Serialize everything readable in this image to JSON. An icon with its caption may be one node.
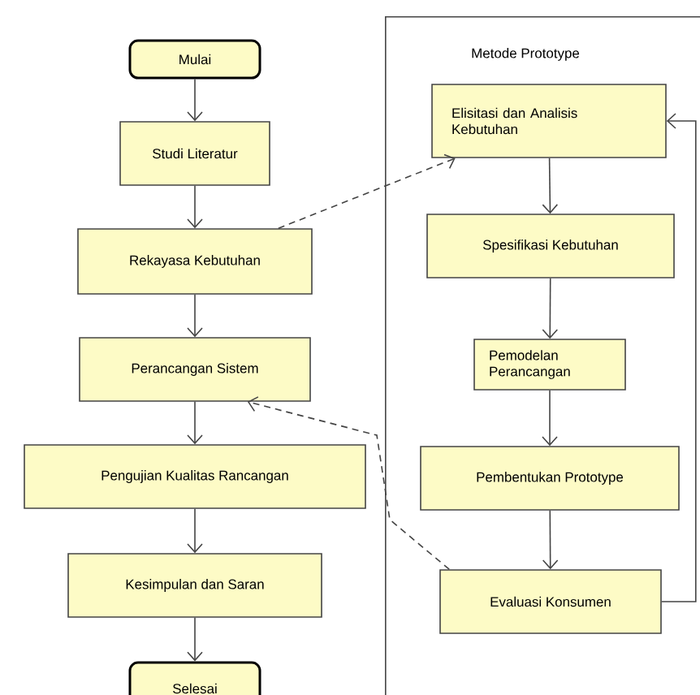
{
  "diagram": {
    "nodes": [
      {
        "text": [
          "Mulai"
        ]
      },
      {
        "text": [
          "Studi Literatur"
        ]
      },
      {
        "text": [
          "Rekayasa Kebutuhan"
        ]
      },
      {
        "text": [
          "Perancangan Sistem"
        ]
      },
      {
        "text": [
          "Pengujian Kualitas Rancangan"
        ]
      },
      {
        "text": [
          "Kesimpulan dan Saran"
        ]
      },
      {
        "text": [
          "Selesai"
        ]
      },
      {
        "text": [
          "Metode Prototype"
        ]
      },
      {
        "text": [
          "Elisitasi dan Analisis Kebutuhan"
        ],
        "in": 7
      },
      {
        "text": [
          "Spesifikasi Kebutuhan"
        ],
        "in": 7
      },
      {
        "text": [
          "Pemodelan Perancangan"
        ],
        "in": 7
      },
      {
        "text": [
          "Pembentukan Prototype"
        ],
        "in": 7
      },
      {
        "text": [
          "Evaluasi Konsumen"
        ],
        "in": 7
      }
    ],
    "edges": [
      {
        "from": 0,
        "to": 1,
        "arrow": "to"
      },
      {
        "from": 1,
        "to": 2,
        "arrow": "to"
      },
      {
        "from": 2,
        "to": 3,
        "arrow": "to"
      },
      {
        "from": 3,
        "to": 4,
        "arrow": "to"
      },
      {
        "from": 4,
        "to": 5,
        "arrow": "to"
      },
      {
        "from": 5,
        "to": 6,
        "arrow": "to"
      },
      {
        "from": 2,
        "to": 8,
        "arrow": "to",
        "style": "dashed"
      },
      {
        "from": 8,
        "to": 9,
        "arrow": "to"
      },
      {
        "from": 9,
        "to": 10,
        "arrow": "to"
      },
      {
        "from": 10,
        "to": 11,
        "arrow": "to"
      },
      {
        "from": 11,
        "to": 12,
        "arrow": "to"
      },
      {
        "from": 12,
        "to": 8,
        "arrow": "to"
      },
      {
        "from": 12,
        "to": 3,
        "arrow": "to",
        "style": "dashed"
      }
    ]
  }
}
